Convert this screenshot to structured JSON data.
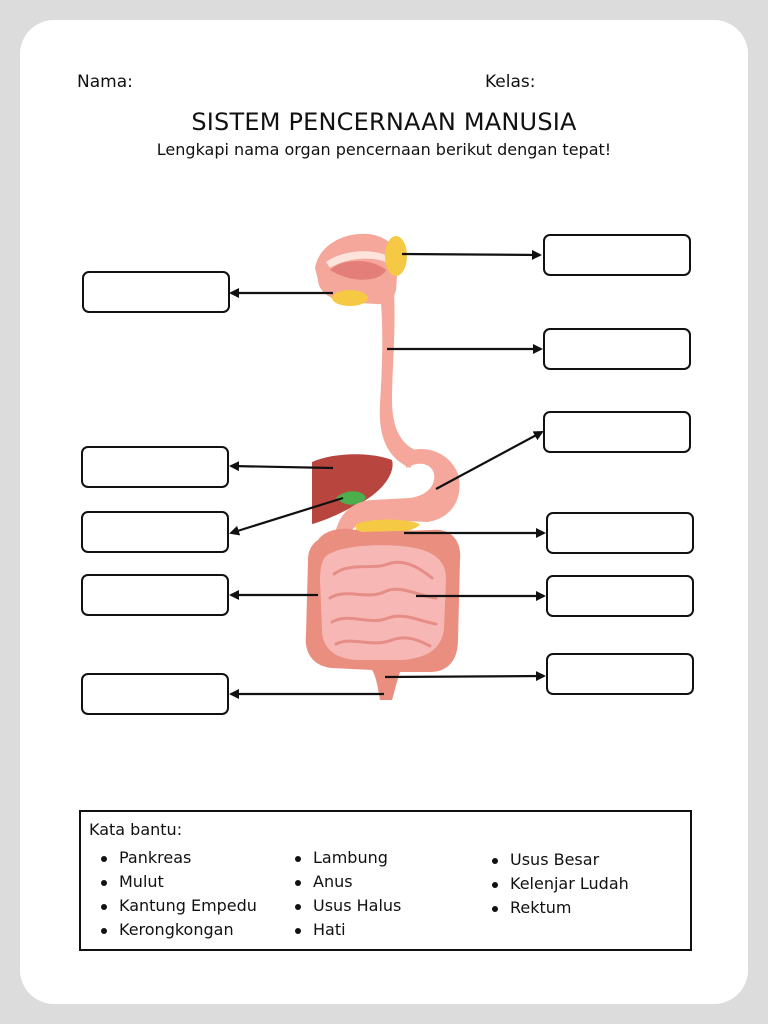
{
  "header": {
    "name_label": "Nama:",
    "class_label": "Kelas:"
  },
  "title": "SISTEM PENCERNAAN MANUSIA",
  "subtitle": "Lengkapi nama organ pencernaan berikut dengan tepat!",
  "colors": {
    "background": "#dcdcdc",
    "sheet": "#ffffff",
    "organ_pink": "#f4a79a",
    "liver": "#b8463e",
    "gland_yellow": "#f6c945",
    "intestine_outer": "#ea8f80",
    "intestine_inner": "#f7b8b5"
  },
  "icons": [
    "digestive-system-illustration"
  ],
  "word_bank": {
    "title": "Kata bantu:",
    "column_1": [
      "Pankreas",
      "Mulut",
      "Kantung Empedu",
      "Kerongkongan"
    ],
    "column_2": [
      "Lambung",
      "Anus",
      "Usus Halus",
      "Hati"
    ],
    "column_3": [
      "Usus Besar",
      "Kelenjar Ludah",
      "Rektum"
    ]
  }
}
